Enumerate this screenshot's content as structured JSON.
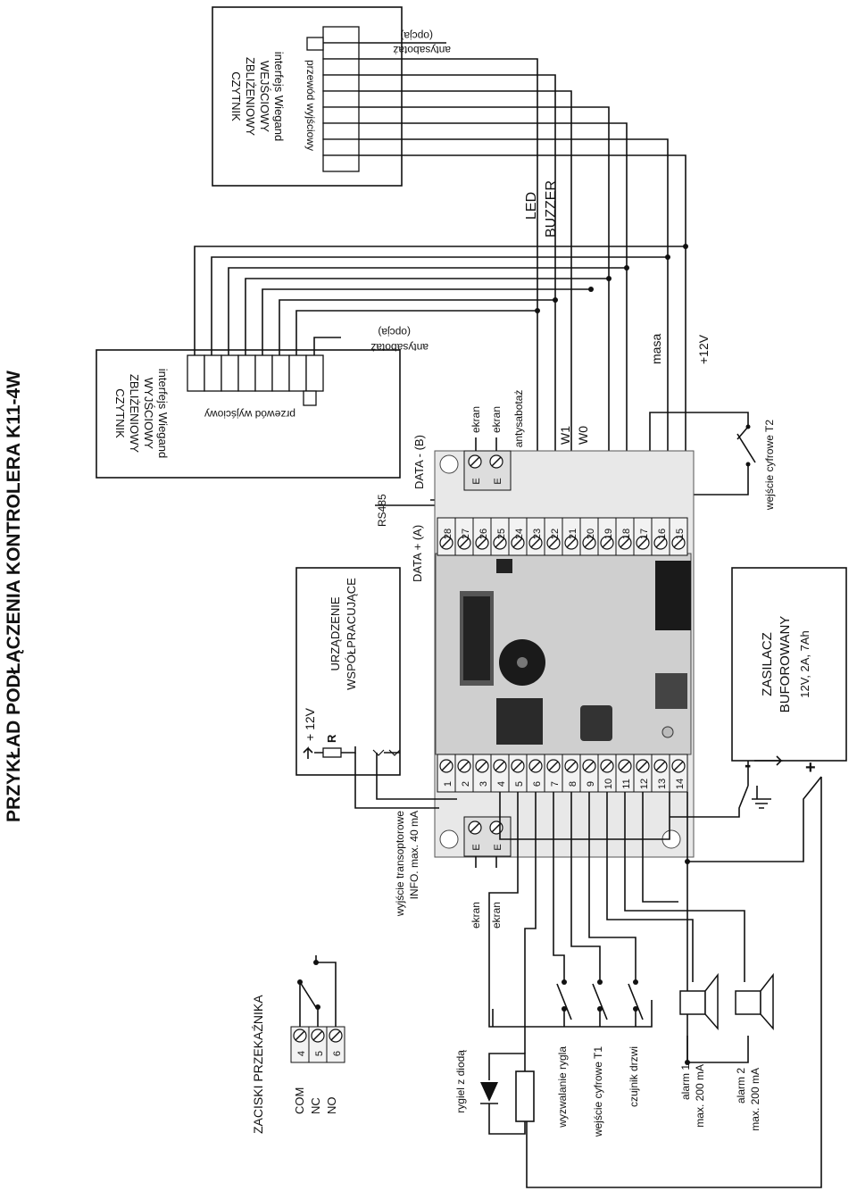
{
  "title": "PRZYKŁAD PODŁĄCZENIA KONTROLERA K11-4W",
  "reader_in": {
    "lines": [
      "CZYTNIK",
      "ZBLIŻENIOWY",
      "WEJŚCIOWY",
      "interfejs Wiegand"
    ],
    "cable": "przewód wyjściowy",
    "tamper": "antysabotaż",
    "option": "(opcja)"
  },
  "reader_out": {
    "lines": [
      "CZYTNIK",
      "ZBLIŻENIOWY",
      "WYJŚCIOWY",
      "interfejs Wiegand"
    ],
    "cable": "przewód wyjściowy",
    "tamper": "antysabotaż",
    "option": "(opcja)"
  },
  "signals": {
    "led": "LED",
    "buzzer": "BUZZER",
    "masa": "masa",
    "plus12": "+12V",
    "w1_a": "W1",
    "w0_a": "W0",
    "w1_b": "W1",
    "w0_b": "W0"
  },
  "bus": {
    "rs485": "RS485",
    "data_minus": "DATA - (B)",
    "data_plus": "DATA + (A)",
    "tamper_note": "24, 25, 26 antysabotaż",
    "screen": "ekran",
    "e": "E"
  },
  "input_t2": "wejście cyfrowe T2",
  "terminals_top": [
    "28",
    "27",
    "26",
    "25",
    "24",
    "23",
    "22",
    "21",
    "20",
    "19",
    "18",
    "17",
    "16",
    "15"
  ],
  "terminals_bottom": [
    "1",
    "2",
    "3",
    "4",
    "5",
    "6",
    "7",
    "8",
    "9",
    "10",
    "11",
    "12",
    "13",
    "14"
  ],
  "coop_device": {
    "lines": [
      "URZĄDZENIE",
      "WSPÓŁPRACUJĄCE"
    ],
    "plus12": "+ 12V",
    "r": "R"
  },
  "power_supply": {
    "lines": [
      "ZASILACZ",
      "BUFOROWANY",
      "12V, 2A, 7Ah"
    ],
    "minus": "-",
    "plus": "+"
  },
  "transistor_out": [
    "wyjście transoptorowe",
    "INFO. max. 40 mA"
  ],
  "relay": {
    "title": "ZACISKI PRZEKAŹNIKA",
    "labels": [
      "COM",
      "NC",
      "NO"
    ],
    "nums": [
      "4",
      "5",
      "6"
    ]
  },
  "bottom_labels": {
    "lock": "rygiel z diodą",
    "unlock": "wyzwalanie rygla",
    "input_t1": "wejście cyfrowe T1",
    "door": "czujnik drzwi",
    "alarm1": [
      "alarm 1",
      "max. 200 mA"
    ],
    "alarm2": [
      "alarm 2",
      "max. 200 mA"
    ]
  }
}
